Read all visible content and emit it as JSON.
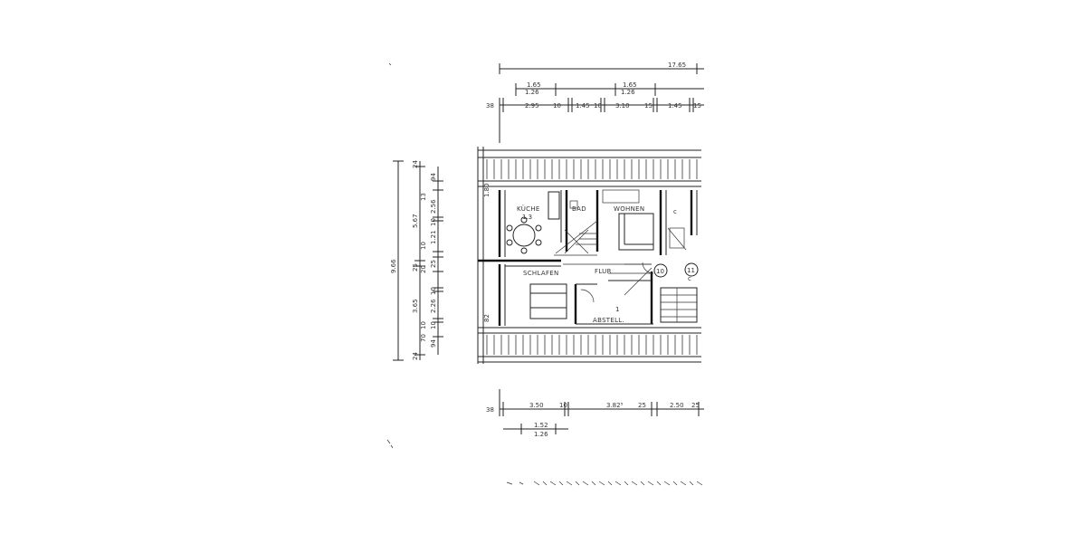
{
  "rooms": {
    "kitchen": "KÜCHE",
    "bath": "BAD",
    "living": "WOHNEN",
    "bedroom": "SCHLAFEN",
    "hall": "FLUR",
    "storage": "ABSTELL."
  },
  "markers": {
    "m10": "10",
    "m11": "11"
  },
  "top_dims": {
    "overall": "17.65",
    "opening_a": "1.65",
    "opening_a_sub": "1.26",
    "opening_b": "1.65",
    "opening_b_sub": "1.26",
    "seg": [
      "38",
      "2.95",
      "10",
      "1.45",
      "10",
      "3.10",
      "15",
      "1.45",
      "15"
    ]
  },
  "bottom_dims": {
    "seg": [
      "38",
      "3.50",
      "10",
      "3.82⁵",
      "25",
      "2.50",
      "25"
    ],
    "opening": "1.52",
    "opening_sub": "1.26"
  },
  "left_dims": {
    "overall": "9.66",
    "outer": [
      "24",
      "5.67",
      "25",
      "3.65",
      "24"
    ],
    "inner": [
      "94",
      "1.21",
      "2.56",
      "10",
      "25",
      "10",
      "2.26",
      "10",
      "94"
    ],
    "mid": [
      "13",
      "10",
      "20",
      "10",
      "70"
    ]
  },
  "misc_labels": {
    "left_wall_top": "1.80",
    "left_wall_bottom": "82",
    "kitchen_note": "1.3",
    "storage_note": "1"
  }
}
